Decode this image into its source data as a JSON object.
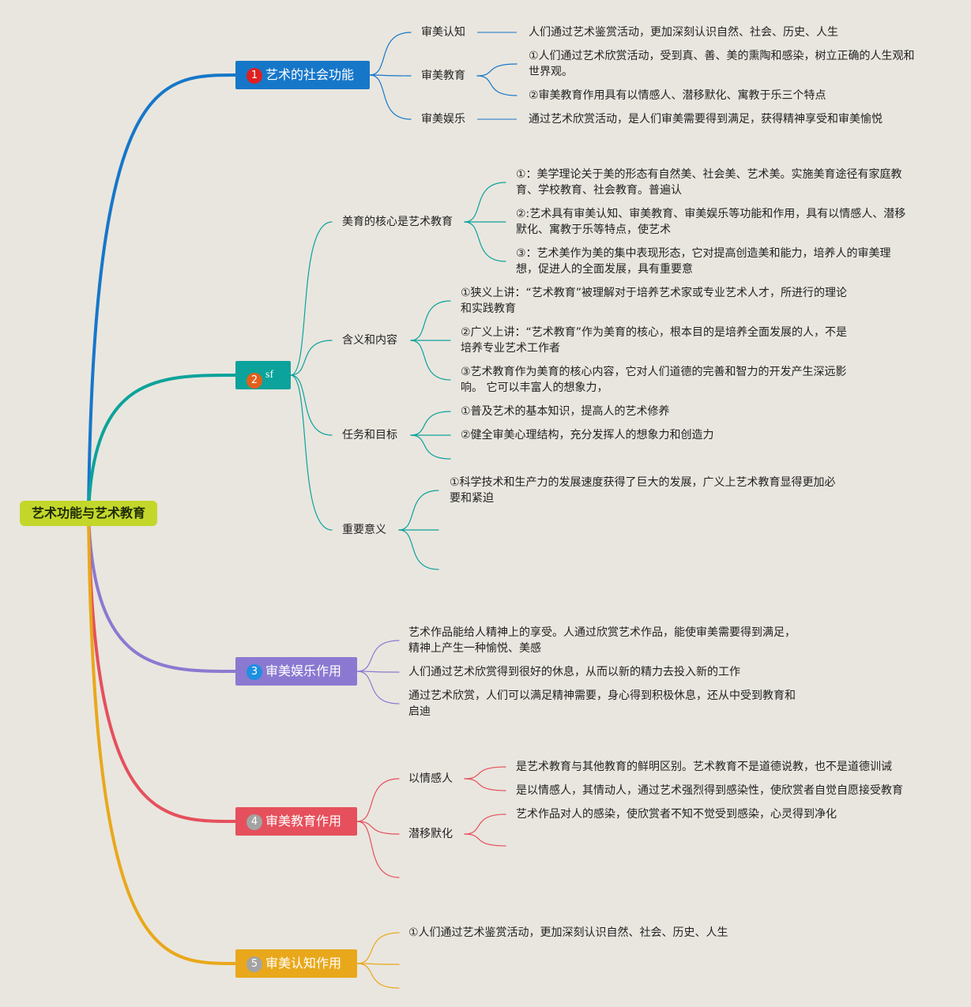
{
  "root": {
    "label": "艺术功能与艺术教育"
  },
  "colors": {
    "background": "#e9e6df",
    "branch1": "#1677c9",
    "branch2": "#0ba39b",
    "branch3": "#8b79d1",
    "branch4": "#e5505c",
    "branch5": "#e9a81b",
    "badge1": "#e02020",
    "badge2": "#e35f1c",
    "badge3": "#1e8fe0",
    "badge4": "#a3a3a3",
    "badge5": "#a3a3a3"
  },
  "branches": [
    {
      "badge": "1",
      "label": "艺术的社会功能",
      "children": [
        {
          "label": "审美认知",
          "items": [
            "人们通过艺术鉴赏活动，更加深刻认识自然、社会、历史、人生"
          ]
        },
        {
          "label": "审美教育",
          "items": [
            "①人们通过艺术欣赏活动，受到真、善、美的熏陶和感染，树立正确的人生观和世界观。",
            "②审美教育作用具有以情感人、潜移默化、寓教于乐三个特点"
          ]
        },
        {
          "label": "审美娱乐",
          "items": [
            "通过艺术欣赏活动，是人们审美需要得到满足，获得精神享受和审美愉悦"
          ]
        }
      ]
    },
    {
      "badge": "2",
      "label": "sf",
      "children": [
        {
          "label": "美育的核心是艺术教育",
          "items": [
            "①：美学理论关于美的形态有自然美、社会美、艺术美。实施美育途径有家庭教育、学校教育、社会教育。普遍认",
            "②:艺术具有审美认知、审美教育、审美娱乐等功能和作用，具有以情感人、潜移默化、寓教于乐等特点，使艺术",
            "③：艺术美作为美的集中表现形态，它对提高创造美和能力，培养人的审美理想，促进人的全面发展，具有重要意"
          ]
        },
        {
          "label": "含义和内容",
          "items": [
            "①狭义上讲：“艺术教育”被理解对于培养艺术家或专业艺术人才，所进行的理论和实践教育",
            "②广义上讲：“艺术教育”作为美育的核心，根本目的是培养全面发展的人，不是培养专业艺术工作者",
            "③艺术教育作为美育的核心内容，它对人们道德的完善和智力的开发产生深远影响。 它可以丰富人的想象力，"
          ]
        },
        {
          "label": "任务和目标",
          "items": [
            "①普及艺术的基本知识，提高人的艺术修养",
            "②健全审美心理结构，充分发挥人的想象力和创造力"
          ]
        },
        {
          "label": "重要意义",
          "items": [
            "①科学技术和生产力的发展速度获得了巨大的发展，广义上艺术教育显得更加必要和紧迫"
          ]
        }
      ]
    },
    {
      "badge": "3",
      "label": "审美娱乐作用",
      "items": [
        "艺术作品能给人精神上的享受。人通过欣赏艺术作品，能使审美需要得到满足，精神上产生一种愉悦、美感",
        "人们通过艺术欣赏得到很好的休息，从而以新的精力去投入新的工作",
        "通过艺术欣赏，人们可以满足精神需要，身心得到积极休息，还从中受到教育和启迪"
      ]
    },
    {
      "badge": "4",
      "label": "审美教育作用",
      "children": [
        {
          "label": "以情感人",
          "items": [
            "是艺术教育与其他教育的鲜明区别。艺术教育不是道德说教，也不是道德训诫",
            "是以情感人，其情动人，通过艺术强烈得到感染性，使欣赏者自觉自愿接受教育"
          ]
        },
        {
          "label": "潜移默化",
          "items": [
            "艺术作品对人的感染，使欣赏者不知不觉受到感染，心灵得到净化"
          ]
        }
      ]
    },
    {
      "badge": "5",
      "label": "审美认知作用",
      "items": [
        "①人们通过艺术鉴赏活动，更加深刻认识自然、社会、历史、人生"
      ]
    }
  ]
}
